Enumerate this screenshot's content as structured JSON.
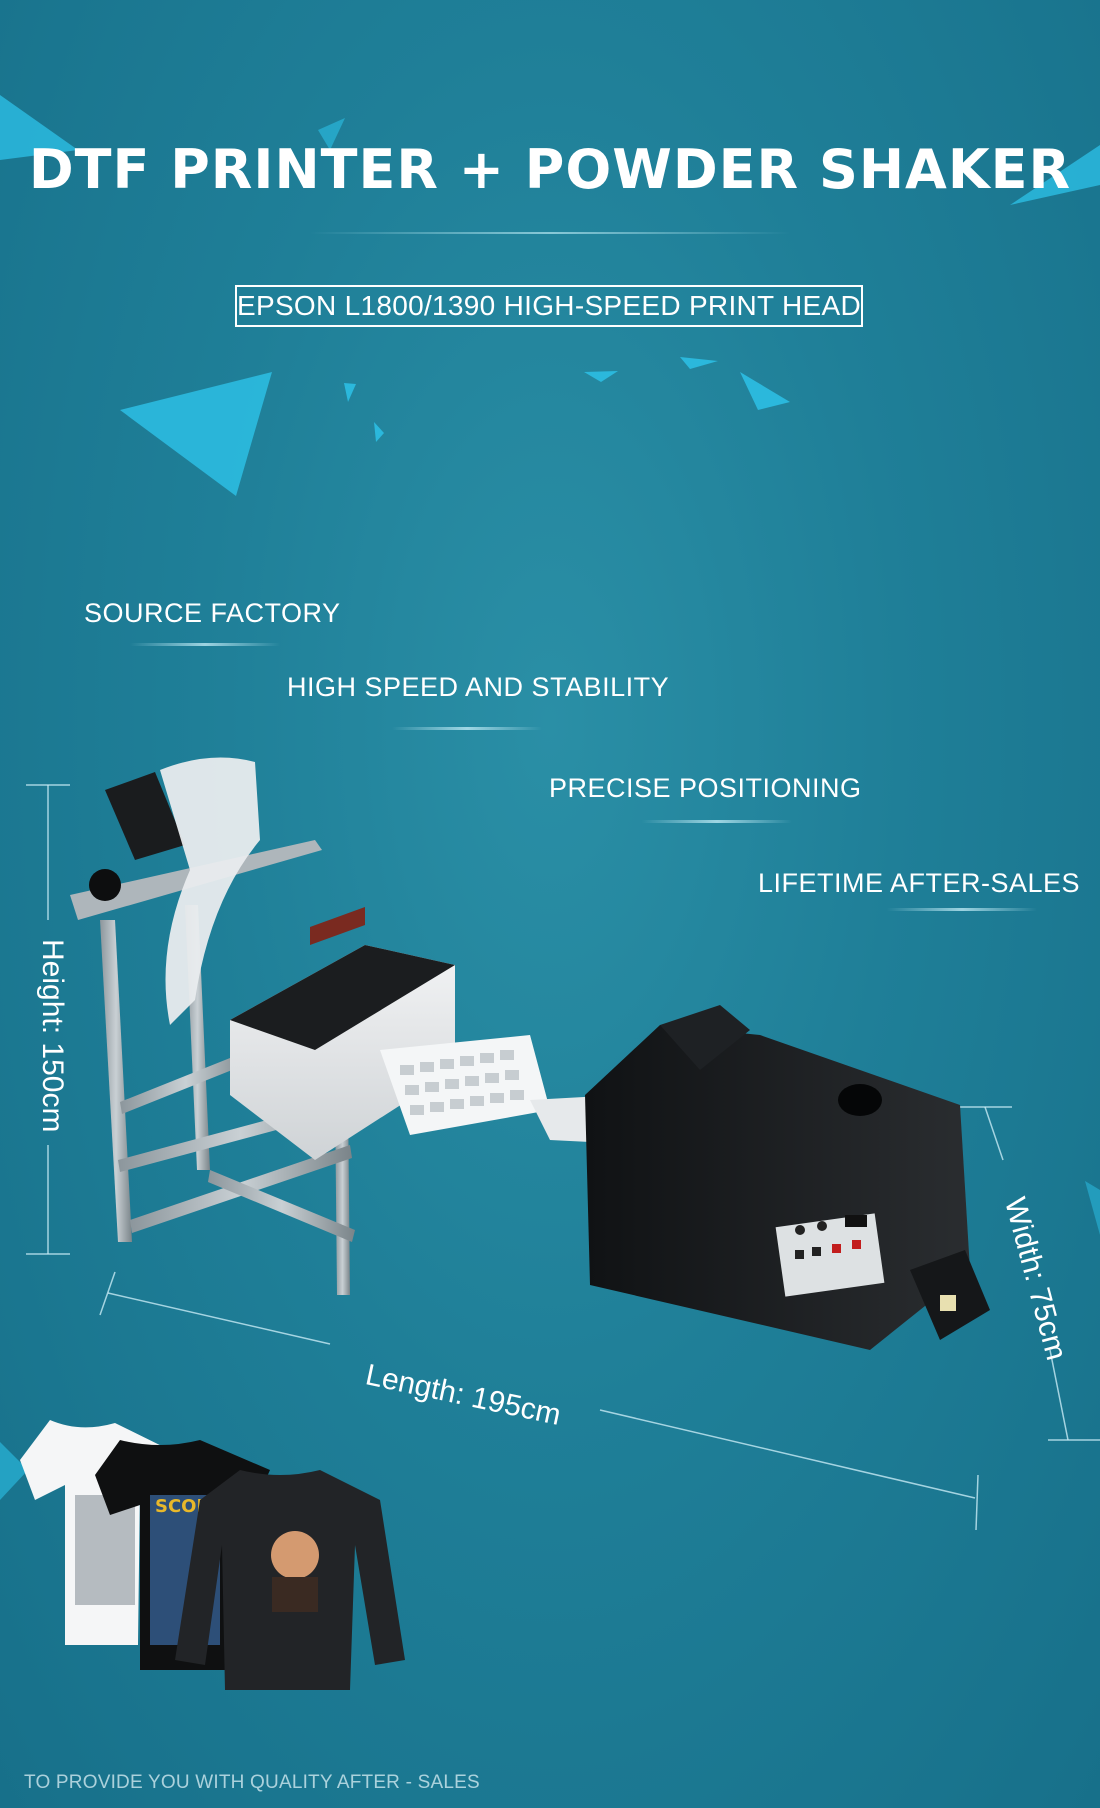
{
  "banner": {
    "title": "DTF PRINTER + POWDER SHAKER",
    "subtitle": "EPSON L1800/1390 HIGH-SPEED PRINT HEAD"
  },
  "features": [
    {
      "label": "SOURCE FACTORY"
    },
    {
      "label": "HIGH SPEED AND STABILITY"
    },
    {
      "label": "PRECISE POSITIONING"
    },
    {
      "label": "LIFETIME AFTER-SALES"
    }
  ],
  "dimensions": {
    "height": "Height: 150cm",
    "length": "Length: 195cm",
    "width": "Width: 75cm"
  },
  "shirt_print_text": "SCORPIO",
  "footer": "TO PROVIDE YOU WITH QUALITY AFTER - SALES",
  "colors": {
    "background": "#1f7f98",
    "accent_triangle": "#2bb8dc",
    "text": "#ffffff"
  }
}
